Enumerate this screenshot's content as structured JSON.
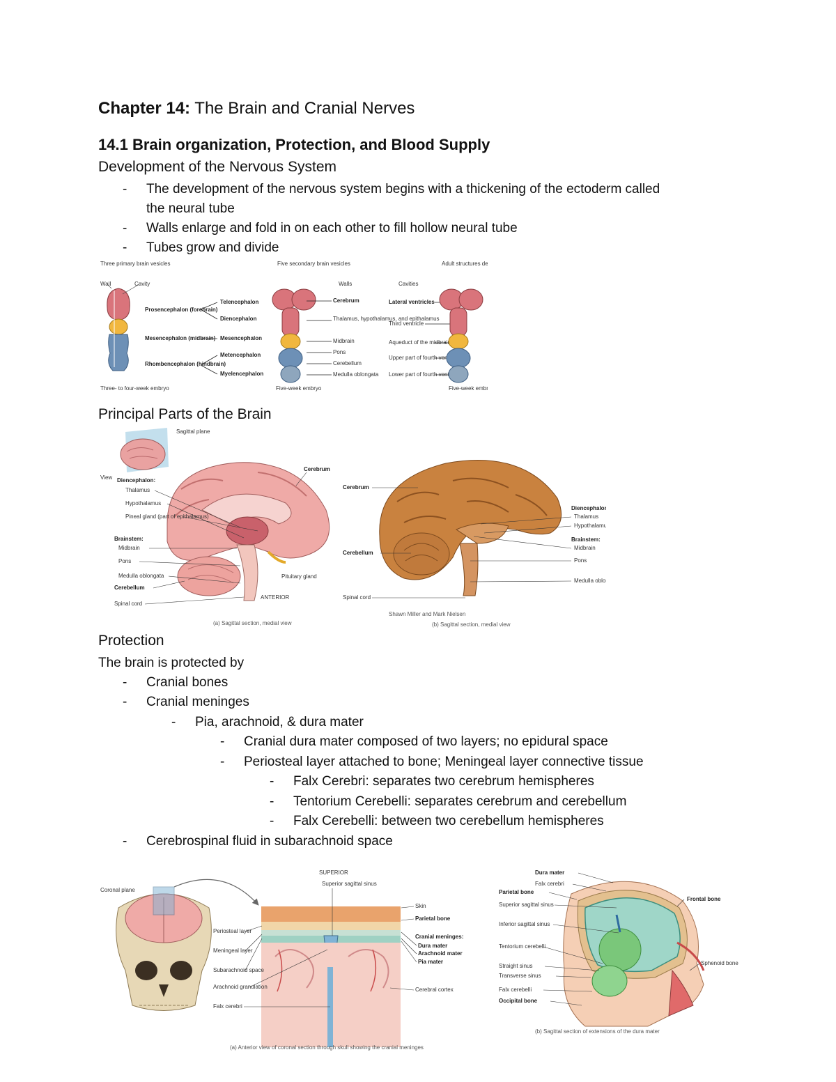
{
  "chapter": {
    "prefix": "Chapter 14:",
    "title": "The Brain and Cranial Nerves"
  },
  "section": {
    "number": "14.1",
    "title": "Brain organization, Protection, and Blood Supply"
  },
  "development": {
    "heading": "Development of the Nervous System",
    "bullets": [
      "The development of the nervous system begins with a thickening of the ectoderm called",
      "the neural tube",
      "Walls enlarge and fold in on each other to fill hollow neural tube",
      "Tubes grow and divide"
    ],
    "figure": {
      "col1_title": "Three primary brain vesicles",
      "wall": "Wall",
      "cavity": "Cavity",
      "prosencephalon": "Prosencephalon (forebrain)",
      "mesencephalon": "Mesencephalon (midbrain)",
      "rhombencephalon": "Rhombencephalon (hindbrain)",
      "col1_caption": "Three- to four-week embryo",
      "col2_title": "Five secondary brain vesicles",
      "telencephalon": "Telencephalon",
      "diencephalon": "Diencephalon",
      "mesencephalon2": "Mesencephalon",
      "metencephalon": "Metencephalon",
      "myelencephalon": "Myelencephalon",
      "col2_caption": "Five-week embryo",
      "walls": "Walls",
      "cavities": "Cavities",
      "cerebrum": "Cerebrum",
      "thalamus_etc": "Thalamus, hypothalamus, and epithalamus",
      "midbrain": "Midbrain",
      "pons": "Pons",
      "cerebellum": "Cerebellum",
      "medulla": "Medulla oblongata",
      "col3_title": "Adult structures derived from:",
      "lateral_ventricles": "Lateral ventricles",
      "third_ventricle": "Third ventricle",
      "aqueduct": "Aqueduct of the midbrain",
      "upper_fourth": "Upper part of fourth ventricle",
      "lower_fourth": "Lower part of fourth ventricle",
      "col3_caption": "Five-week embryo"
    }
  },
  "principal": {
    "heading": "Principal Parts of the Brain",
    "figure_a": {
      "sagittal_plane": "Sagittal plane",
      "view": "View",
      "diencephalon": "Diencephalon:",
      "thalamus": "Thalamus",
      "hypothalamus": "Hypothalamus",
      "pineal": "Pineal gland (part of epithalamus)",
      "brainstem": "Brainstem:",
      "midbrain": "Midbrain",
      "pons": "Pons",
      "medulla": "Medulla oblongata",
      "cerebellum": "Cerebellum",
      "spinal_cord": "Spinal cord",
      "cerebrum": "Cerebrum",
      "pituitary": "Pituitary gland",
      "anterior": "ANTERIOR",
      "caption": "(a) Sagittal section, medial view"
    },
    "figure_b": {
      "cerebrum": "Cerebrum",
      "cerebellum": "Cerebellum",
      "spinal_cord": "Spinal cord",
      "diencephalon": "Diencephalon:",
      "thalamus": "Thalamus",
      "hypothalamus": "Hypothalamus",
      "brainstem": "Brainstem:",
      "midbrain": "Midbrain",
      "pons": "Pons",
      "medulla": "Medulla oblongata",
      "credit": "Shawn Miller and Mark Nielsen",
      "caption": "(b) Sagittal section, medial view"
    }
  },
  "protection": {
    "heading": "Protection",
    "intro": "The brain is protected by",
    "items": [
      {
        "level": 1,
        "text": "Cranial bones"
      },
      {
        "level": 1,
        "text": "Cranial meninges"
      },
      {
        "level": 2,
        "text": "Pia, arachnoid, & dura mater"
      },
      {
        "level": 3,
        "text": "Cranial dura mater composed of two layers; no epidural space"
      },
      {
        "level": 3,
        "text": "Periosteal layer attached to bone; Meningeal layer connective tissue"
      },
      {
        "level": 4,
        "text": "Falx Cerebri: separates two cerebrum hemispheres"
      },
      {
        "level": 4,
        "text": "Tentorium Cerebelli: separates cerebrum and cerebellum"
      },
      {
        "level": 4,
        "text": "Falx Cerebelli: between two cerebellum hemispheres"
      },
      {
        "level": 1,
        "text": "Cerebrospinal fluid in subarachnoid space"
      }
    ],
    "figure_a": {
      "coronal_plane": "Coronal plane",
      "superior": "SUPERIOR",
      "sup_sag_sinus": "Superior sagittal sinus",
      "skin": "Skin",
      "parietal_bone": "Parietal bone",
      "cranial_meninges": "Cranial meninges:",
      "dura": "Dura mater",
      "arachnoid": "Arachnoid mater",
      "pia": "Pia mater",
      "periosteal": "Periosteal layer",
      "meningeal": "Meningeal layer",
      "subarachnoid": "Subarachnoid space",
      "granulation": "Arachnoid granulation",
      "falx": "Falx cerebri",
      "cortex": "Cerebral cortex",
      "caption": "(a) Anterior view of coronal section through skull showing the cranial meninges"
    },
    "figure_b": {
      "dura": "Dura mater",
      "falx_cerebri": "Falx cerebri",
      "parietal": "Parietal bone",
      "sup_sag": "Superior sagittal sinus",
      "inf_sag": "Inferior sagittal sinus",
      "tentorium": "Tentorium cerebelli",
      "straight": "Straight sinus",
      "transverse": "Transverse sinus",
      "falx_cerebelli": "Falx cerebelli",
      "occipital": "Occipital bone",
      "frontal": "Frontal bone",
      "sphenoid": "Sphenoid bone",
      "caption": "(b) Sagittal section of extensions of the dura mater"
    }
  }
}
